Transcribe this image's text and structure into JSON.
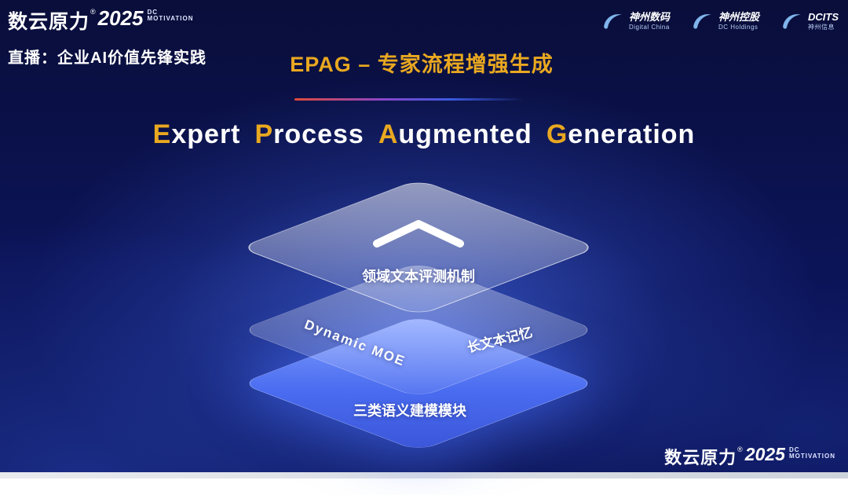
{
  "header": {
    "brand": {
      "name": "数云原力",
      "reg": "®",
      "year": "2025",
      "tag_line1": "DC",
      "tag_line2": "MOTIVATION"
    },
    "live_label": "直播：企业AI价值先锋实践",
    "slide_title": "EPAG – 专家流程增强生成",
    "partners": [
      {
        "name": "神州数码",
        "sub": "Digital China"
      },
      {
        "name": "神州控股",
        "sub": "DC Holdings"
      },
      {
        "name": "DCITS",
        "sub": "神州信息"
      }
    ]
  },
  "main": {
    "title": [
      {
        "initial": "E",
        "rest": "xpert"
      },
      {
        "initial": "P",
        "rest": "rocess"
      },
      {
        "initial": "A",
        "rest": "ugmented"
      },
      {
        "initial": "G",
        "rest": "eneration"
      }
    ],
    "diagram": {
      "top_layer_label": "领域文本评测机制",
      "middle_layer_left_label": "Dynamic MOE",
      "middle_layer_right_label": "长文本记忆",
      "bottom_layer_label": "三类语义建模模块"
    }
  },
  "footer": {
    "brand": {
      "name": "数云原力",
      "reg": "®",
      "year": "2025",
      "tag_line1": "DC",
      "tag_line2": "MOTIVATION"
    }
  },
  "colors": {
    "accent_gold": "#e9a820",
    "divider_red": "#e04a3a",
    "divider_blue": "#3b5be0",
    "bottom_layer_blue": "#4a6cf0"
  }
}
